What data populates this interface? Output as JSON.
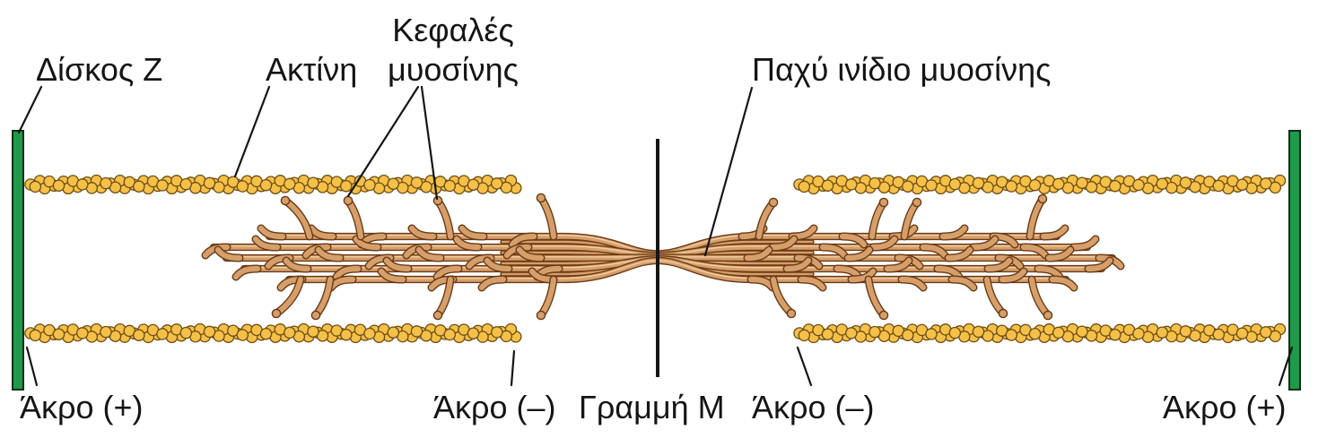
{
  "labels": {
    "z_disc": "Δίσκος Z",
    "actin": "Ακτίνη",
    "myosin_heads": [
      "Κεφαλές",
      "μυοσίνης"
    ],
    "thick_filament": "Παχύ ινίδιο μυοσίνης",
    "plus_end_left": "Άκρο (+)",
    "minus_end_left": "Άκρο (–)",
    "m_line": "Γραμμή Μ",
    "minus_end_right": "Άκρο (–)",
    "plus_end_right": "Άκρο (+)"
  },
  "colors": {
    "z_disc": "#1f9a4a",
    "z_disc_outline": "#0e2e18",
    "actin_bead": "#f4c048",
    "actin_outline": "#6e4c12",
    "myosin_fill": "#d69f6a",
    "myosin_highlight": "#efcda3",
    "myosin_outline": "#6a3a16",
    "m_line": "#151515",
    "leader_line": "#151515"
  }
}
